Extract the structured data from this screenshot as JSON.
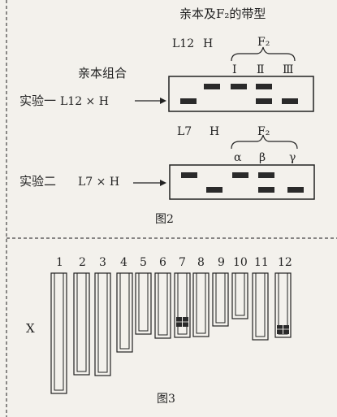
{
  "figure2": {
    "header": "亲本及F₂的带型",
    "parent_combo_label": "亲本组合",
    "exp1": {
      "label": "实验一",
      "cross": "L12 × H",
      "col_parent1": "L12",
      "col_parent2": "H",
      "f2_label": "F₂",
      "f2_types": [
        "Ⅰ",
        "Ⅱ",
        "Ⅲ"
      ]
    },
    "exp2": {
      "label": "实验二",
      "cross": "L7 × H",
      "col_parent1": "L7",
      "col_parent2": "H",
      "f2_label": "F₂",
      "f2_types": [
        "α",
        "β",
        "γ"
      ]
    },
    "caption": "图2"
  },
  "figure3": {
    "chromosome_numbers": [
      "1",
      "2",
      "3",
      "4",
      "5",
      "6",
      "7",
      "8",
      "9",
      "10",
      "11",
      "12"
    ],
    "marker_label": "X",
    "caption": "图3"
  },
  "colors": {
    "ink": "#222222",
    "background": "#f3f1ec",
    "band": "#2a2a2a"
  }
}
